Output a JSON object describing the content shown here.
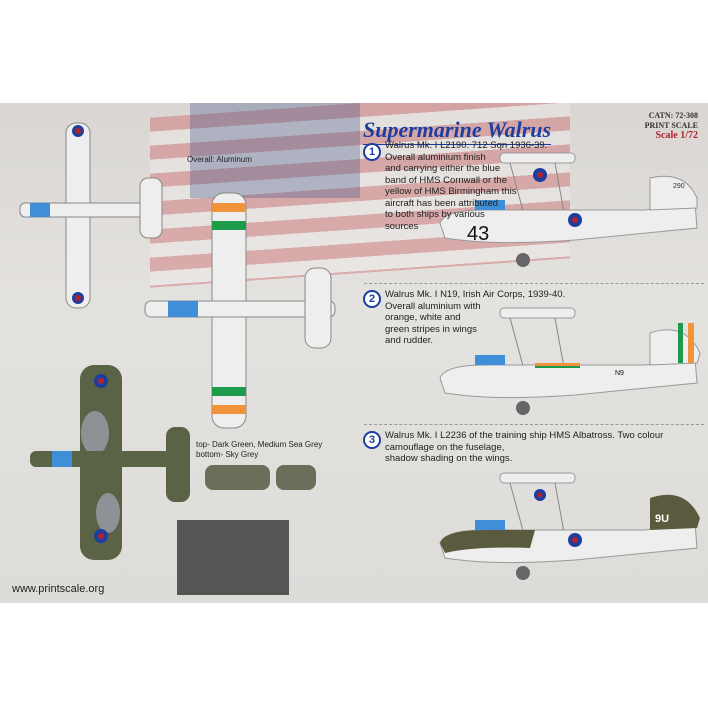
{
  "header": {
    "title": "Supermarine Walrus",
    "catalog": "CATN: 72-308",
    "brand": "PRINT SCALE",
    "scale": "Scale 1/72"
  },
  "left_panel": {
    "note_aluminum": "Overall:  Aluminum",
    "note_camo_top": "top- Dark Green, Medium Sea Grey",
    "note_camo_bottom": "bottom- Sky Grey",
    "website": "www.printscale.org"
  },
  "profiles": [
    {
      "number": "1",
      "lines": [
        "Walrus Mk. I L2190. 712 Sqn 1936-39.",
        "Overall aluminium finish",
        "and carrying either the blue",
        "band of HMS Cornwall or the",
        "yellow of HMS Birmingham this",
        "aircraft has been attributed",
        "to both ships by various",
        "sources"
      ],
      "code": "43",
      "tail_code": "290"
    },
    {
      "number": "2",
      "lines": [
        "Walrus Mk. I N19, Irish Air Corps, 1939-40.",
        "Overall aluminium with",
        "orange, white and",
        "green stripes in wings",
        "and rudder."
      ],
      "code": "N9"
    },
    {
      "number": "3",
      "lines": [
        "Walrus Mk. I L2236 of the training ship HMS Albatross. Two colour",
        "camouflage on the fuselage,",
        "shadow shading on the wings."
      ],
      "code": "9U"
    }
  ],
  "colors": {
    "title_blue": "#1d3ea0",
    "irish_orange": "#f0933a",
    "irish_green": "#1d9a4a",
    "dark_green": "#4d5a3a",
    "raf_red": "#b0242b"
  }
}
